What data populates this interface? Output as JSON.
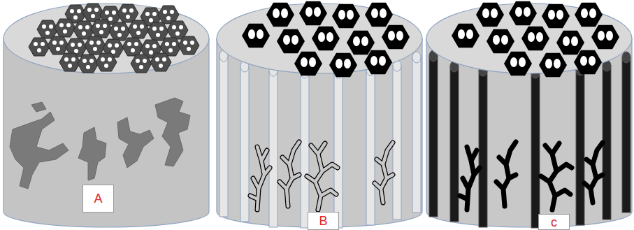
{
  "diagram": {
    "nodes": [
      {
        "text": [
          "A"
        ]
      },
      {
        "text": [
          "B"
        ]
      },
      {
        "text": [
          "c"
        ]
      }
    ]
  }
}
